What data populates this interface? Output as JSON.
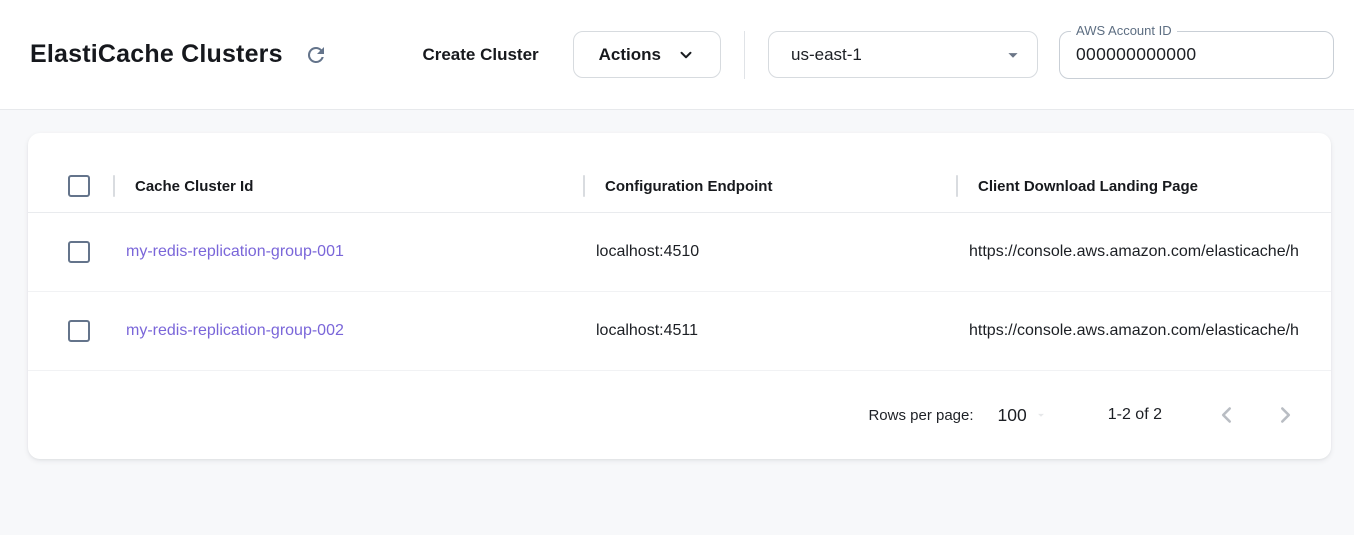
{
  "header": {
    "title": "ElastiCache Clusters",
    "refresh_icon": "refresh-icon",
    "create_button_label": "Create Cluster",
    "actions_button_label": "Actions",
    "region_select": {
      "value": "us-east-1"
    },
    "account_field": {
      "label": "AWS Account ID",
      "value": "000000000000"
    }
  },
  "table": {
    "columns": [
      "Cache Cluster Id",
      "Configuration Endpoint",
      "Client Download Landing Page"
    ],
    "rows": [
      {
        "cache_cluster_id": "my-redis-replication-group-001",
        "configuration_endpoint": "localhost:4510",
        "client_download_landing_page": "https://console.aws.amazon.com/elasticache/h"
      },
      {
        "cache_cluster_id": "my-redis-replication-group-002",
        "configuration_endpoint": "localhost:4511",
        "client_download_landing_page": "https://console.aws.amazon.com/elasticache/h"
      }
    ],
    "pagination": {
      "rows_per_page_label": "Rows per page:",
      "rows_per_page_value": "100",
      "range_label": "1-2 of 2"
    }
  },
  "colors": {
    "link_purple": "#7a66d9",
    "slate_icon": "#64748b",
    "page_background": "#f7f8fa",
    "card_background": "#ffffff",
    "border": "#d7dbdf",
    "field_label": "#5d6e82",
    "disabled_pager": "#b9bdc3"
  }
}
